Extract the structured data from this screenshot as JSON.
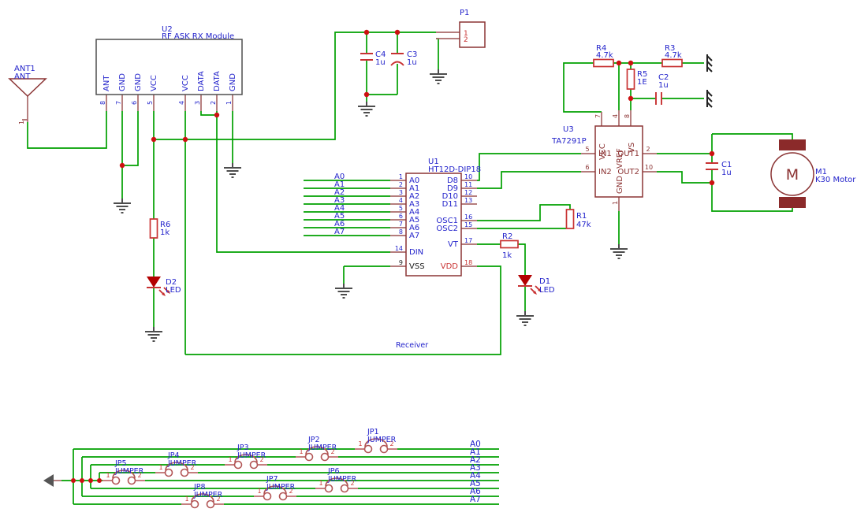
{
  "colors": {
    "wire_green": "#00A000",
    "symbol_red": "#c83232",
    "body_maroon": "#8b3434",
    "pin_stub": "#a96a6a",
    "label_blue": "#2323cb",
    "junction_red": "#cc1111",
    "ground_gray": "#4d4d4d"
  },
  "antenna": {
    "ref": "ANT1",
    "value": "ANT",
    "pin": "1"
  },
  "u2": {
    "ref": "U2",
    "value": "RF ASK RX Module",
    "pin_numbers": [
      "8",
      "7",
      "6",
      "5",
      "4",
      "3",
      "2",
      "1"
    ],
    "pin_names": [
      "ANT",
      "GND",
      "GND",
      "VCC",
      "VCC",
      "DATA",
      "DATA",
      "GND"
    ]
  },
  "p1": {
    "ref": "P1",
    "pin1": "1",
    "pin2": "2"
  },
  "c1": {
    "ref": "C1",
    "value": "1u"
  },
  "c2": {
    "ref": "C2",
    "value": "1u"
  },
  "c3": {
    "ref": "C3",
    "value": "1u"
  },
  "c4": {
    "ref": "C4",
    "value": "1u"
  },
  "r1": {
    "ref": "R1",
    "value": "47k"
  },
  "r2": {
    "ref": "R2",
    "value": "1k"
  },
  "r3": {
    "ref": "R3",
    "value": "4.7k"
  },
  "r4": {
    "ref": "R4",
    "value": "4.7k"
  },
  "r5": {
    "ref": "R5",
    "value": "1E"
  },
  "r6": {
    "ref": "R6",
    "value": "1k"
  },
  "d1": {
    "ref": "D1",
    "value": "LED"
  },
  "d2": {
    "ref": "D2",
    "value": "LED"
  },
  "u1": {
    "ref": "U1",
    "value": "HT12D-DIP18",
    "left": [
      {
        "n": "1",
        "name": "A0"
      },
      {
        "n": "2",
        "name": "A1"
      },
      {
        "n": "3",
        "name": "A2"
      },
      {
        "n": "4",
        "name": "A3"
      },
      {
        "n": "5",
        "name": "A4"
      },
      {
        "n": "6",
        "name": "A5"
      },
      {
        "n": "7",
        "name": "A6"
      },
      {
        "n": "8",
        "name": "A7"
      },
      {
        "n": "14",
        "name": "DIN"
      },
      {
        "n": "9",
        "name": "VSS"
      }
    ],
    "right": [
      {
        "n": "10",
        "name": "D8"
      },
      {
        "n": "11",
        "name": "D9"
      },
      {
        "n": "12",
        "name": "D10"
      },
      {
        "n": "13",
        "name": "D11"
      },
      {
        "n": "16",
        "name": "OSC1"
      },
      {
        "n": "15",
        "name": "OSC2"
      },
      {
        "n": "17",
        "name": "VT"
      },
      {
        "n": "18",
        "name": "VDD"
      }
    ]
  },
  "u3": {
    "ref": "U3",
    "value": "TA7291P",
    "top": [
      {
        "n": "7",
        "name": "VCC"
      },
      {
        "n": "4",
        "name": "VREF"
      },
      {
        "n": "8",
        "name": "VS"
      }
    ],
    "left": [
      {
        "n": "5",
        "name": "IN1"
      },
      {
        "n": "6",
        "name": "IN2"
      }
    ],
    "right": [
      {
        "n": "2",
        "name": "OUT1"
      },
      {
        "n": "10",
        "name": "OUT2"
      }
    ],
    "bottom": [
      {
        "n": "1",
        "name": "GND"
      }
    ]
  },
  "m1": {
    "ref": "M1",
    "value": "K30 Motor",
    "letter": "M"
  },
  "nets": {
    "receiver": "Receiver",
    "bus_top": [
      "A0",
      "A1",
      "A2",
      "A3",
      "A4",
      "A5",
      "A6",
      "A7"
    ],
    "bus_bottom": [
      "A0",
      "A1",
      "A2",
      "A3",
      "A4",
      "A5",
      "A6",
      "A7"
    ]
  },
  "jumpers": [
    {
      "ref": "JP1",
      "value": "JUMPER",
      "p1": "1",
      "p2": "2"
    },
    {
      "ref": "JP2",
      "value": "JUMPER",
      "p1": "1",
      "p2": "2"
    },
    {
      "ref": "JP3",
      "value": "JUMPER",
      "p1": "1",
      "p2": "2"
    },
    {
      "ref": "JP4",
      "value": "JUMPER",
      "p1": "1",
      "p2": "2"
    },
    {
      "ref": "JP5",
      "value": "JUMPER",
      "p1": "1",
      "p2": "2"
    },
    {
      "ref": "JP6",
      "value": "JUMPER",
      "p1": "1",
      "p2": "2"
    },
    {
      "ref": "JP7",
      "value": "JUMPER",
      "p1": "1",
      "p2": "2"
    },
    {
      "ref": "JP8",
      "value": "JUMPER",
      "p1": "1",
      "p2": "2"
    }
  ]
}
